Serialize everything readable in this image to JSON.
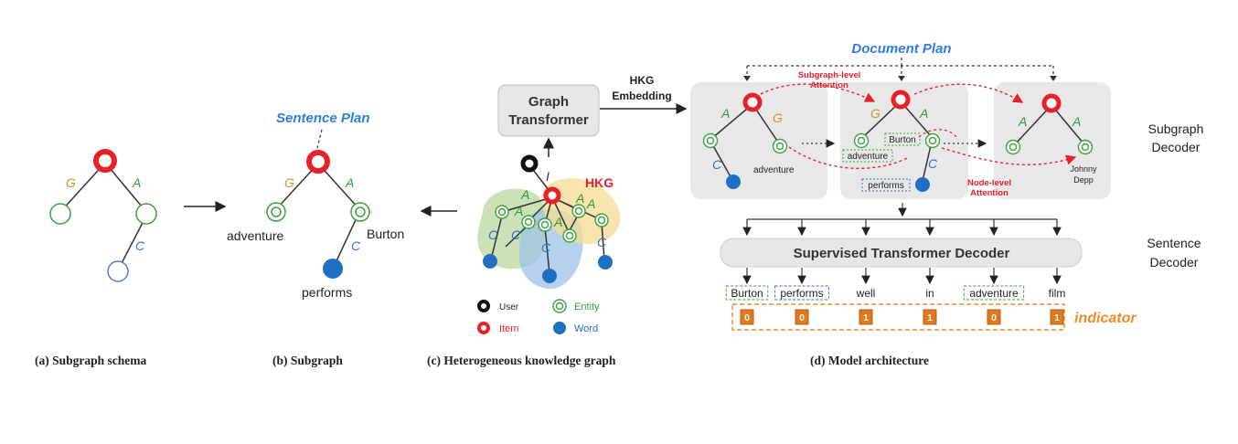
{
  "relations": {
    "g": "G",
    "a": "A",
    "c": "C",
    "i": "I"
  },
  "panel_a": {
    "caption": "(a) Subgraph schema"
  },
  "panel_b": {
    "caption": "(b) Subgraph",
    "sentence_plan": "Sentence Plan",
    "entity_left": "adventure",
    "entity_right": "Burton",
    "word": "performs"
  },
  "panel_c": {
    "caption": "(c) Heterogeneous knowledge graph",
    "graph_transformer_line1": "Graph",
    "graph_transformer_line2": "Transformer",
    "hkg_label": "HKG",
    "hkg_embedding_line1": "HKG",
    "hkg_embedding_line2": "Embedding",
    "legend": {
      "user": "User",
      "entity": "Entity",
      "item": "Item",
      "word": "Word"
    }
  },
  "panel_d": {
    "caption": "(d) Model architecture",
    "document_plan": "Document Plan",
    "subgraph_attention_line1": "Subgraph-level",
    "subgraph_attention_line2": "Attention",
    "node_attention_line1": "Node-level",
    "node_attention_line2": "Attention",
    "box1_entity": "adventure",
    "box2_entity_left": "adventure",
    "box2_entity_right": "Burton",
    "box2_word": "performs",
    "box3_entity_line1": "Johnny",
    "box3_entity_line2": "Depp",
    "subgraph_decoder_line1": "Subgraph",
    "subgraph_decoder_line2": "Decoder",
    "sentence_decoder_line1": "Sentence",
    "sentence_decoder_line2": "Decoder",
    "decoder_label": "Supervised Transformer Decoder",
    "tokens": [
      "Burton",
      "performs",
      "well",
      "in",
      "adventure",
      "film"
    ],
    "indicator_values": [
      "0",
      "0",
      "1",
      "1",
      "0",
      "1"
    ],
    "indicator_label": "indicator"
  },
  "colors": {
    "item": "#e8202a",
    "entity": "#3aa33a",
    "word": "#1f6fc4",
    "user": "#111111",
    "accent_blue": "#2f7de1",
    "accent_orange": "#f08a24",
    "attention_red": "#e8202a"
  }
}
